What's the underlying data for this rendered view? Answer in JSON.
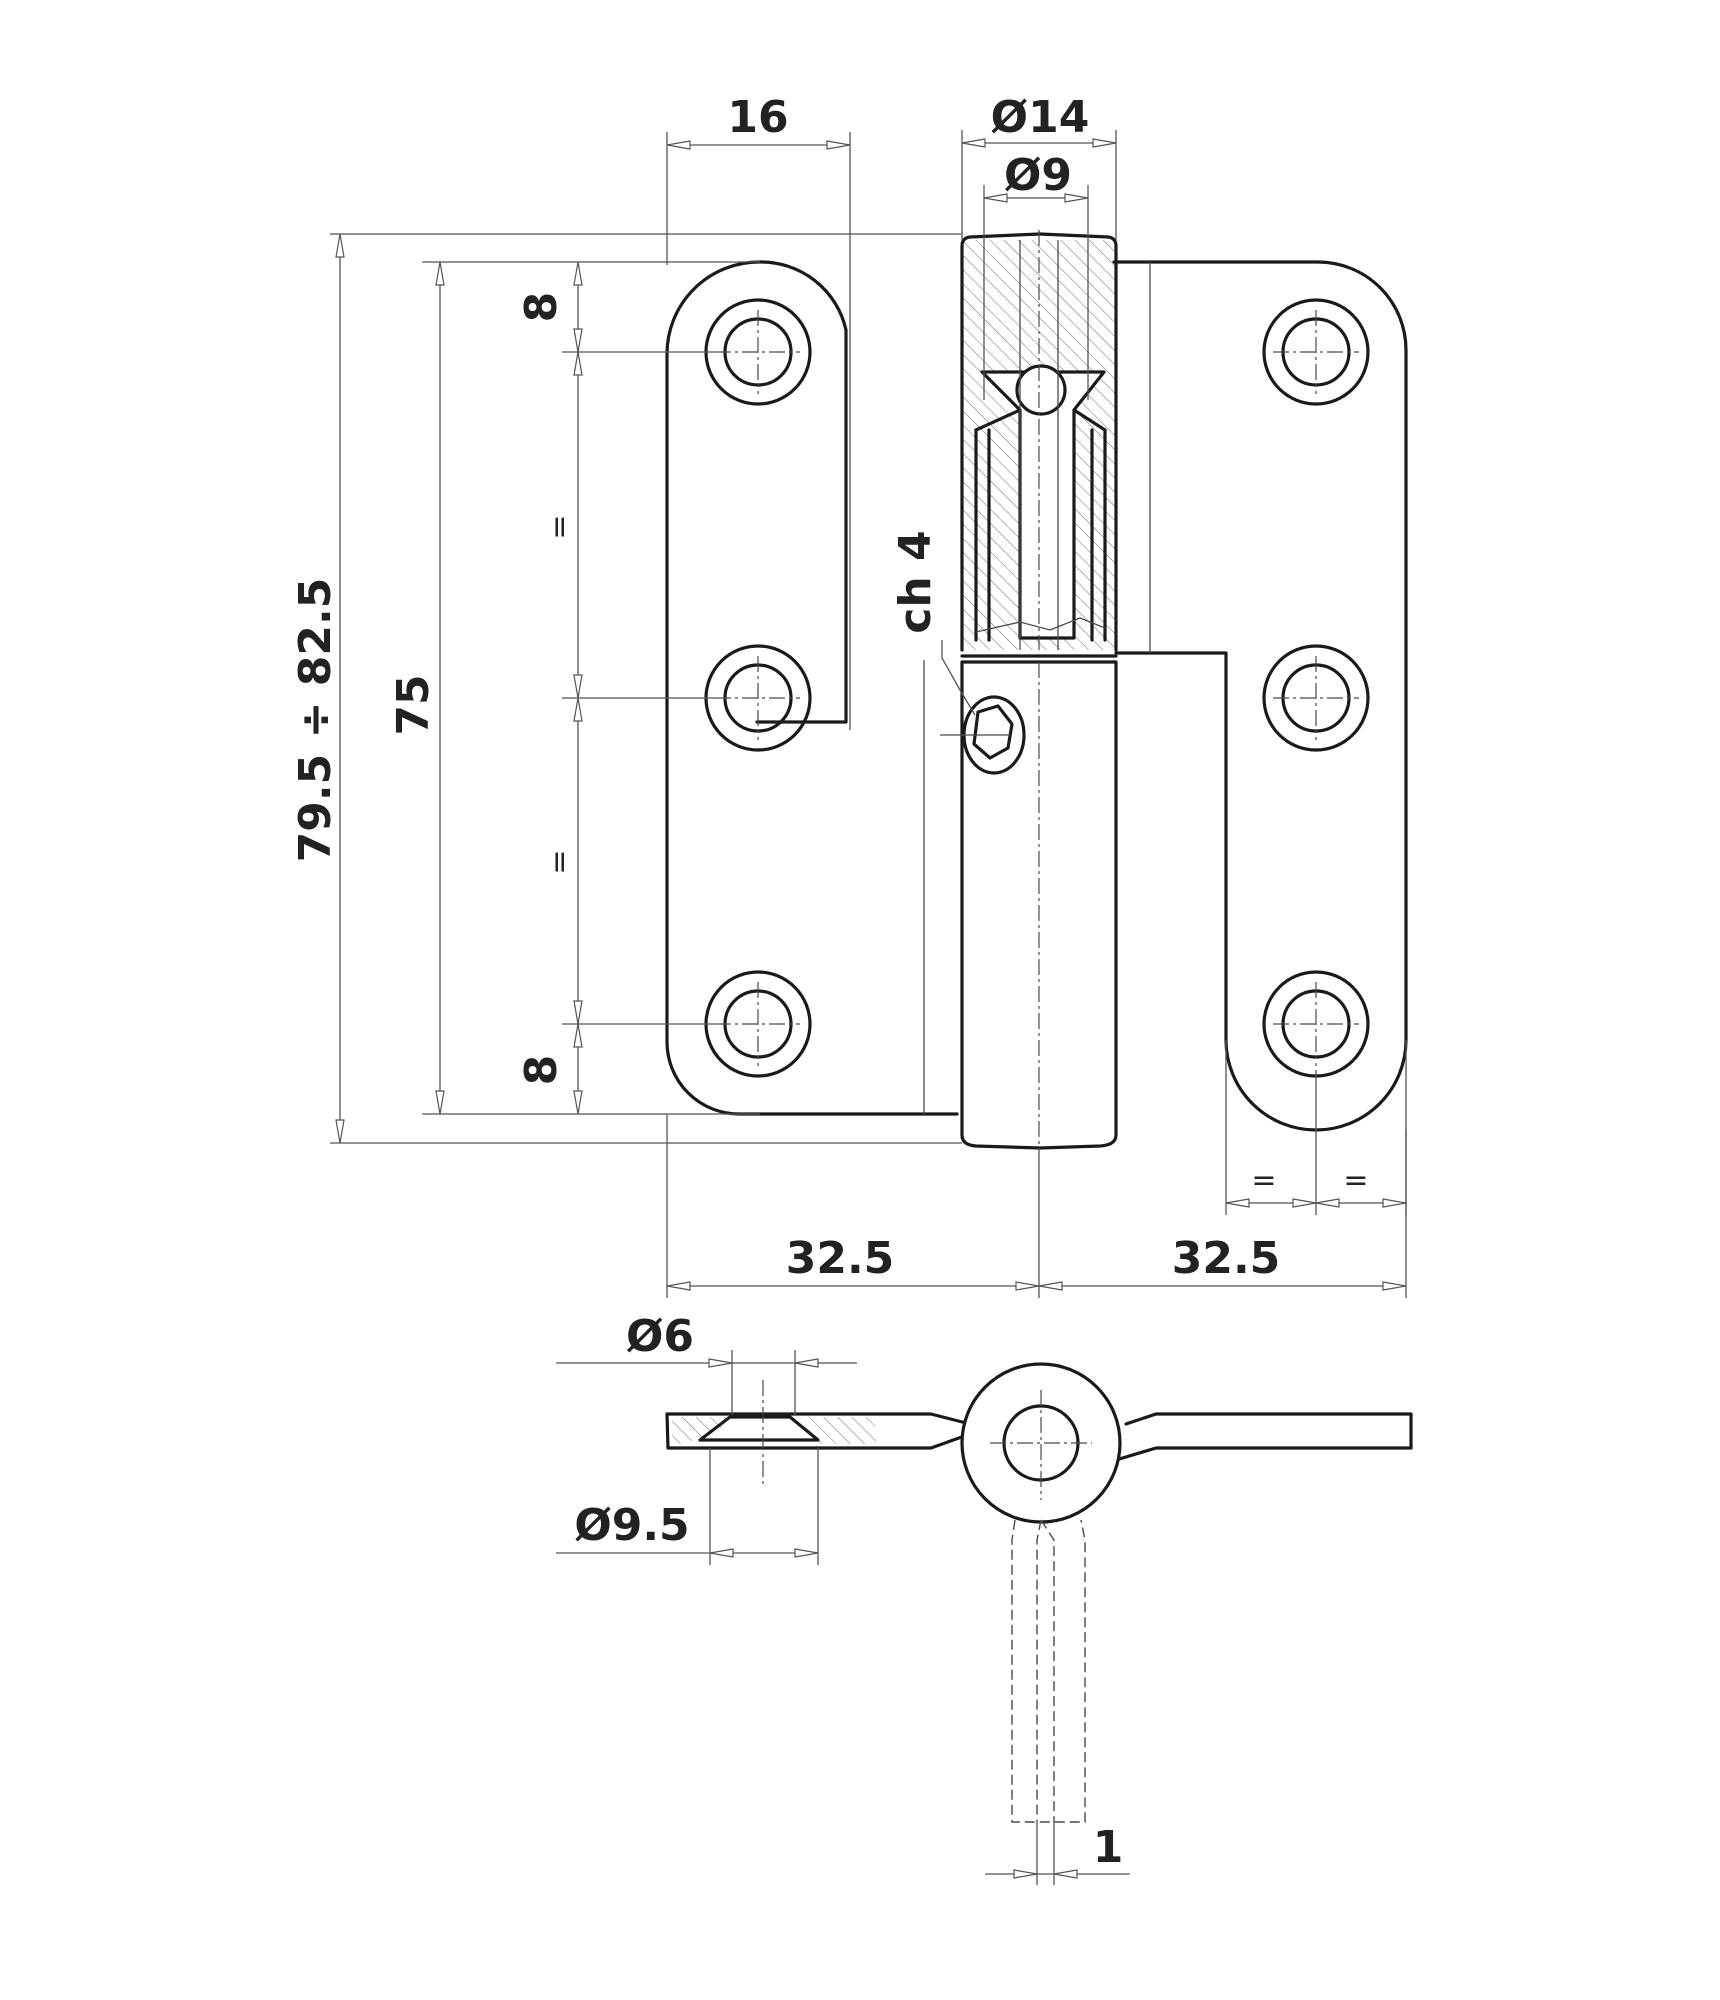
{
  "dimensions": {
    "width_top": "16",
    "dia_outer": "Ø14",
    "dia_inner": "Ø9",
    "overall_height": "79.5 ÷ 82.5",
    "hole_pitch": "75",
    "edge_top": "8",
    "edge_bottom": "8",
    "equal_upper": "=",
    "equal_lower": "=",
    "hex_key": "ch 4",
    "equal_right_a": "=",
    "equal_right_b": "=",
    "half_width_left": "32.5",
    "half_width_right": "32.5",
    "hole_dia_small": "Ø6",
    "hole_dia_large": "Ø9.5",
    "thickness": "1"
  },
  "colors": {
    "line": "#1a1a1a",
    "dimension": "#555555"
  }
}
